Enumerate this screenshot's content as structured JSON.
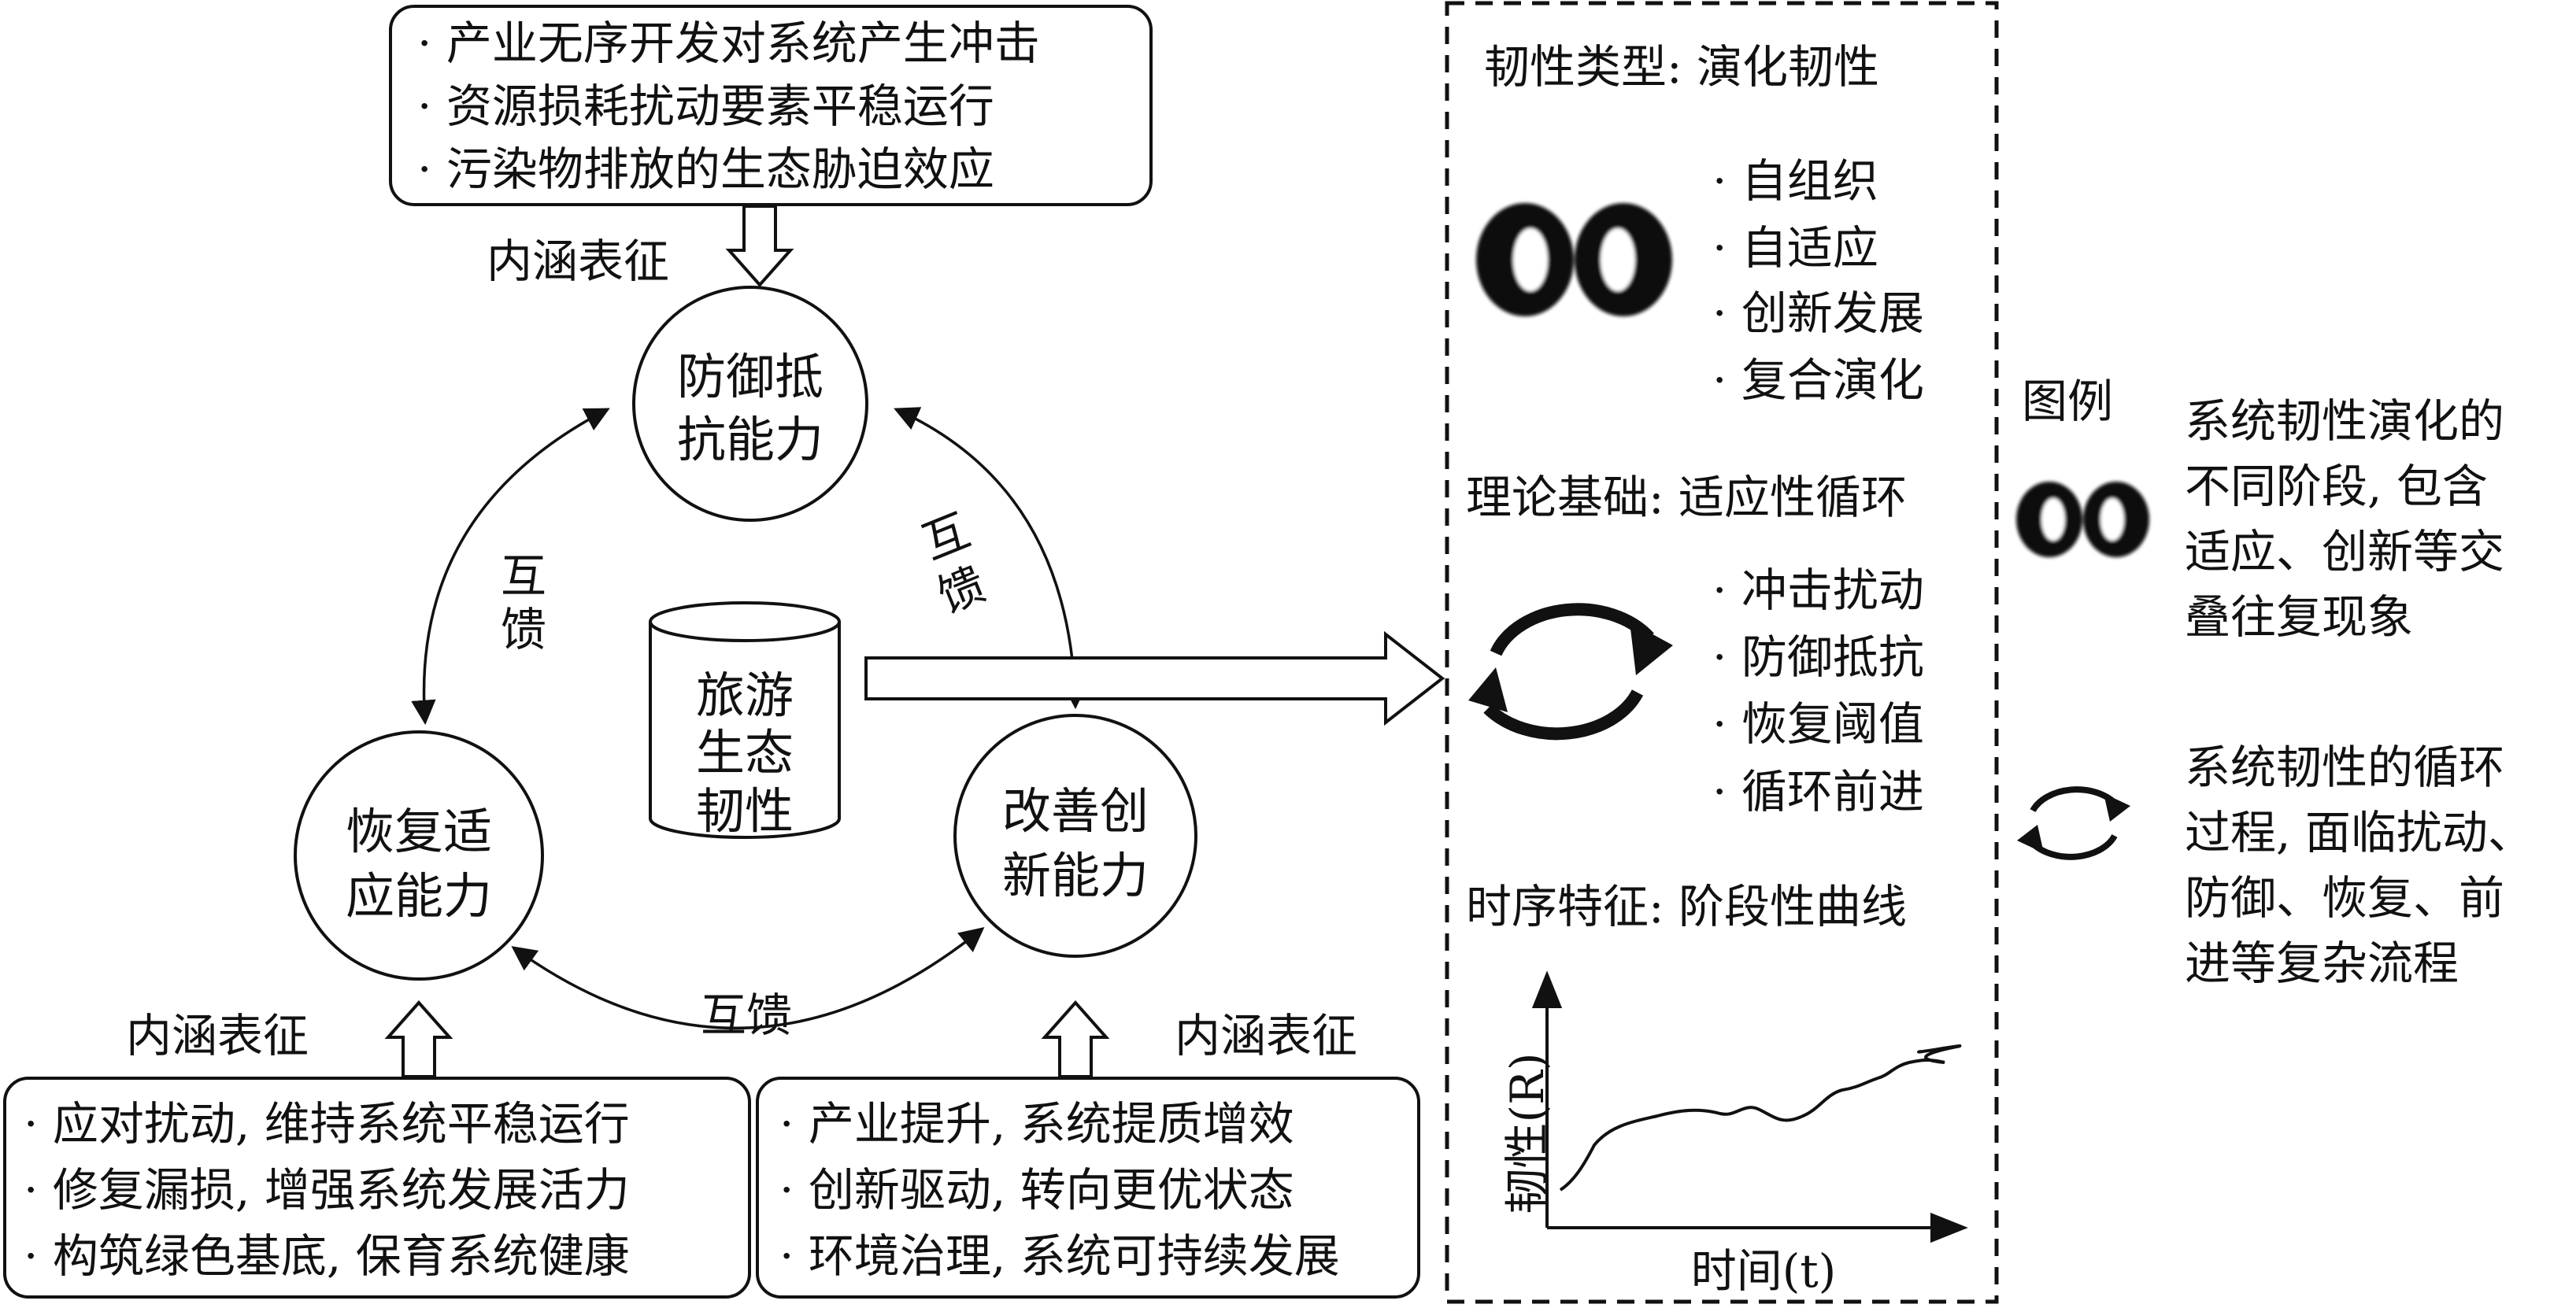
{
  "top_box": {
    "items": [
      "· 产业无序开发对系统产生冲击",
      "· 资源损耗扰动要素平稳运行",
      "· 污染物排放的生态胁迫效应"
    ]
  },
  "top_label": "内涵表征",
  "circle_top": {
    "line1": "防御抵",
    "line2": "抗能力"
  },
  "circle_left": {
    "line1": "恢复适",
    "line2": "应能力"
  },
  "circle_right": {
    "line1": "改善创",
    "line2": "新能力"
  },
  "feedback": {
    "left": [
      "互",
      "馈"
    ],
    "right": [
      "互",
      "馈"
    ],
    "bottom": "互馈"
  },
  "cylinder": {
    "line1": "旅游",
    "line2": "生态",
    "line3": "韧性"
  },
  "left_label": "内涵表征",
  "right_label": "内涵表征",
  "left_box": {
    "items": [
      "· 应对扰动, 维持系统平稳运行",
      "· 修复漏损, 增强系统发展活力",
      "· 构筑绿色基底, 保育系统健康"
    ]
  },
  "right_box": {
    "items": [
      "· 产业提升, 系统提质增效",
      "· 创新驱动, 转向更优状态",
      "· 环境治理, 系统可持续发展"
    ]
  },
  "panel": {
    "type_title": "韧性类型: 演化韧性",
    "type_items": [
      "· 自组织",
      "· 自适应",
      "· 创新发展",
      "· 复合演化"
    ],
    "theory_title": "理论基础: 适应性循环",
    "theory_items": [
      "· 冲击扰动",
      "· 防御抵抗",
      "· 恢复阈值",
      "· 循环前进"
    ],
    "timing_title": "时序特征: 阶段性曲线",
    "axis_y": "韧性(R)",
    "axis_x": "时间(t)"
  },
  "legend": {
    "title": "图例",
    "infinity_desc": [
      "系统韧性演化的",
      "不同阶段, 包含",
      "适应、创新等交",
      "叠往复现象"
    ],
    "cycle_desc": [
      "系统韧性的循环",
      "过程, 面临扰动、",
      "防御、恢复、前",
      "进等复杂流程"
    ]
  }
}
